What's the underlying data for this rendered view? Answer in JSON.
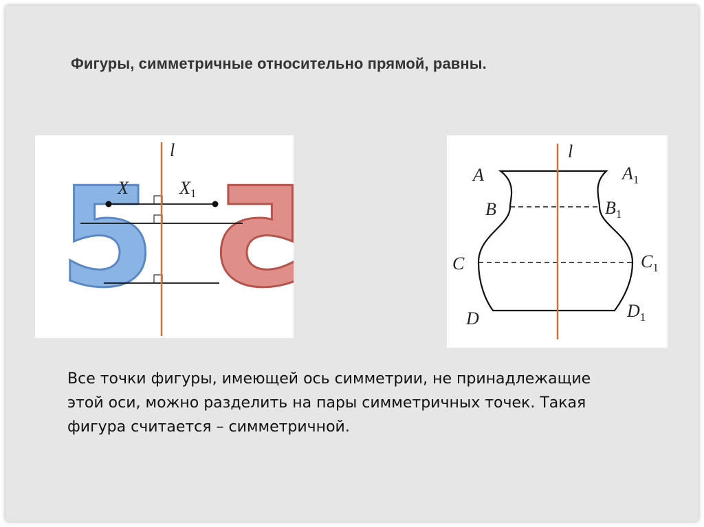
{
  "slide": {
    "title": "Фигуры, симметричные относительно прямой, равны.",
    "paragraph": "Все точки фигуры, имеющей ось симметрии, не принадлежащие этой оси, можно разделить на пары симметричных точек. Такая фигура считается – симметричной."
  },
  "figure_left": {
    "axis_label": "l",
    "point_x": "X",
    "point_x1_letter": "X",
    "point_x1_sub": "1",
    "glyph": "5",
    "colors": {
      "blue": "#8ab4e3",
      "red": "#df8f8a",
      "axis": "#c8763a"
    }
  },
  "figure_right": {
    "axis_label": "l",
    "labels_left": [
      "A",
      "B",
      "C",
      "D"
    ],
    "labels_right_letters": [
      "A",
      "B",
      "C",
      "D"
    ],
    "labels_right_sub": [
      "1",
      "1",
      "1",
      "1"
    ]
  }
}
